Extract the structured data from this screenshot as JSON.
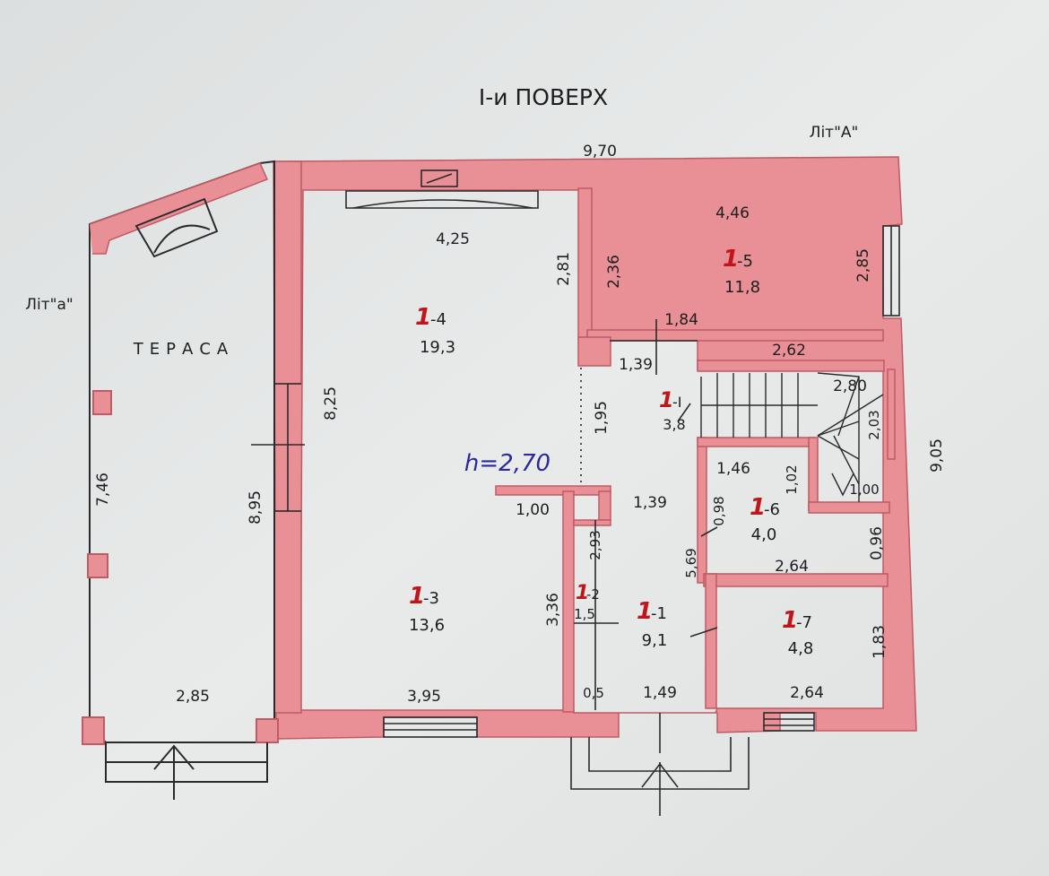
{
  "title": "I-и ПОВЕРХ",
  "lit_main": "Літ\"А\"",
  "lit_terrace": "Літ\"а\"",
  "terrace_label": "ТЕРАСА",
  "height_note": "h=2,70",
  "colors": {
    "wall": "#e98f96",
    "wall_edge": "#c05a64",
    "line": "#2a2a2c",
    "paper": "#e4e6e6",
    "ink_red": "#c0161b",
    "ink_blue": "#2a2a9a"
  },
  "rooms": [
    {
      "id": "1-4",
      "prefix": "1",
      "num": "-4",
      "area": "19,3"
    },
    {
      "id": "1-5",
      "prefix": "1",
      "num": "-5",
      "area": "11,8"
    },
    {
      "id": "1-3",
      "prefix": "1",
      "num": "-3",
      "area": "13,6"
    },
    {
      "id": "1-2",
      "prefix": "1",
      "num": "-2",
      "area": "1,5"
    },
    {
      "id": "1-1",
      "prefix": "1",
      "num": "-1",
      "area": "9,1"
    },
    {
      "id": "1-I",
      "prefix": "1",
      "num": "-I",
      "area": "3,8"
    },
    {
      "id": "1-6",
      "prefix": "1",
      "num": "-6",
      "area": "4,0"
    },
    {
      "id": "1-7",
      "prefix": "1",
      "num": "-7",
      "area": "4,8"
    }
  ],
  "dimensions": {
    "d970": "9,70",
    "d446": "4,46",
    "d425": "4,25",
    "d281": "2,81",
    "d236": "2,36",
    "d285a": "2,85",
    "d184": "1,84",
    "d262": "2,62",
    "d139a": "1,39",
    "d280": "2,80",
    "d203": "2,03",
    "d825": "8,25",
    "d195": "1,95",
    "d905": "9,05",
    "d146": "1,46",
    "d102": "1,02",
    "d100stair": "1,00",
    "d746": "7,46",
    "d895": "8,95",
    "d100": "1,00",
    "d139b": "1,39",
    "d098": "0,98",
    "d293": "2,93",
    "d569": "5,69",
    "d096": "0,96",
    "d264a": "2,64",
    "d336": "3,36",
    "d183": "1,83",
    "d285b": "2,85",
    "d395": "3,95",
    "d05": "0,5",
    "d149": "1,49",
    "d264b": "2,64"
  }
}
